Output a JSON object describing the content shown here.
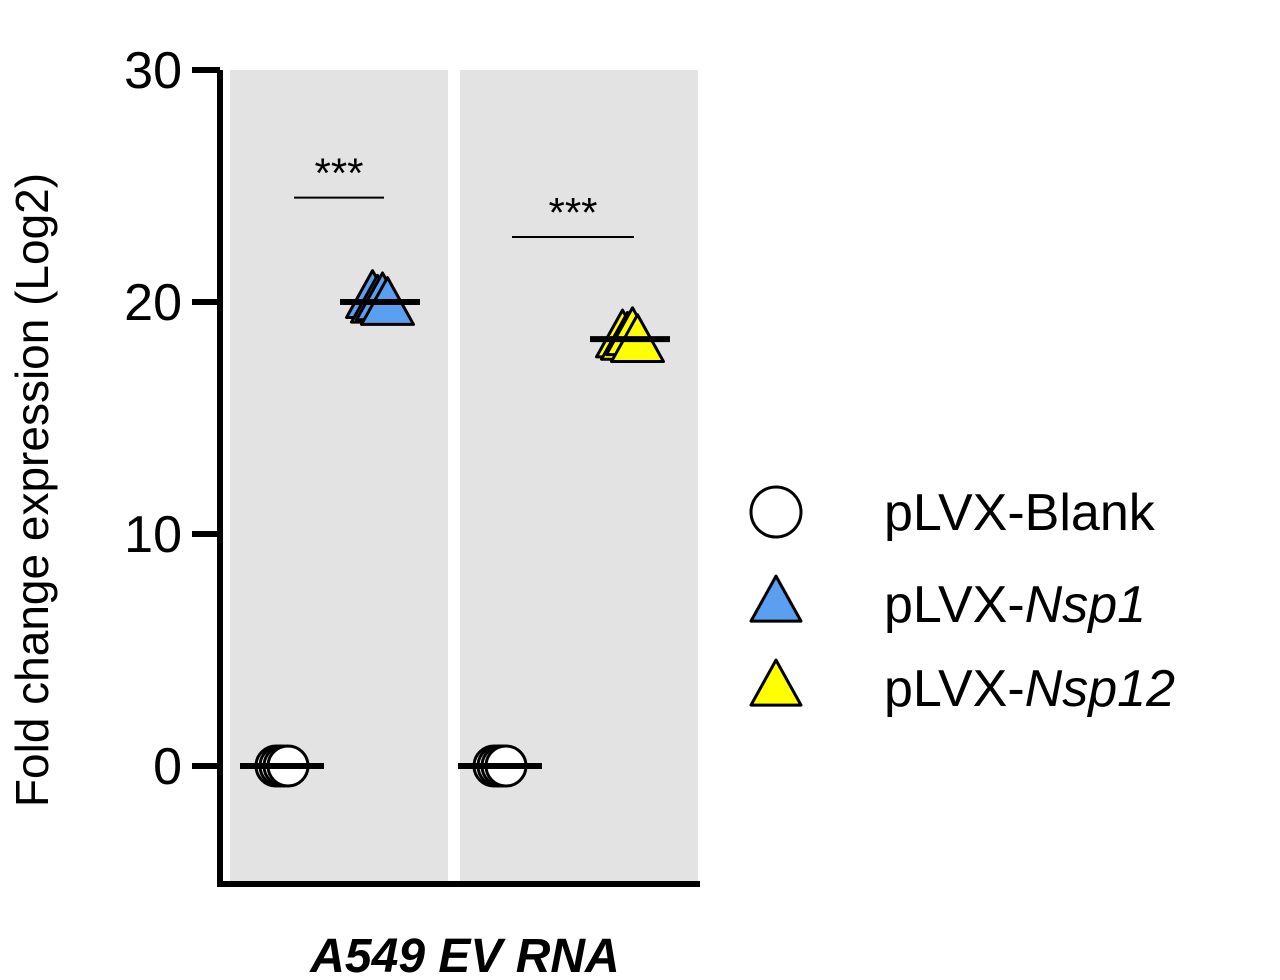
{
  "chart_data": {
    "type": "scatter",
    "ylabel": "Fold change expression (Log2)",
    "xlabel": "A549 EV RNA",
    "ylim": [
      -5,
      30
    ],
    "yticks": [
      0,
      10,
      20,
      30
    ],
    "ytick_labels": [
      "0",
      "10",
      "20",
      "30"
    ],
    "grid": false,
    "legend_position": "right",
    "panels": [
      {
        "background": "#e3e3e3",
        "groups": [
          {
            "series": "pLVX-Blank",
            "values": [
              0,
              0,
              0,
              0
            ],
            "mean": 0
          },
          {
            "series": "pLVX-Nsp1",
            "values": [
              20.1,
              19.9,
              20.0,
              19.8
            ],
            "mean": 20
          }
        ],
        "significance": {
          "label": "***",
          "y": 24.5
        }
      },
      {
        "background": "#e3e3e3",
        "groups": [
          {
            "series": "pLVX-Blank",
            "values": [
              0,
              0,
              0,
              0
            ],
            "mean": 0
          },
          {
            "series": "pLVX-Nsp12",
            "values": [
              18.4,
              18.3,
              18.5,
              18.2
            ],
            "mean": 18.4
          }
        ],
        "significance": {
          "label": "***",
          "y": 22.8
        }
      }
    ],
    "series": [
      {
        "name": "pLVX-Blank",
        "marker": "circle",
        "color": "#ffffff"
      },
      {
        "name": "pLVX-Nsp1",
        "marker": "triangle",
        "color": "#5b9ff0"
      },
      {
        "name": "pLVX-Nsp12",
        "marker": "triangle",
        "color": "#ffff00"
      }
    ],
    "legend": [
      {
        "prefix": "pLVX-",
        "suffix": "Blank",
        "suffix_italic": false
      },
      {
        "prefix": "pLVX-",
        "suffix": "Nsp1",
        "suffix_italic": true
      },
      {
        "prefix": "pLVX-",
        "suffix": "Nsp12",
        "suffix_italic": true
      }
    ]
  }
}
